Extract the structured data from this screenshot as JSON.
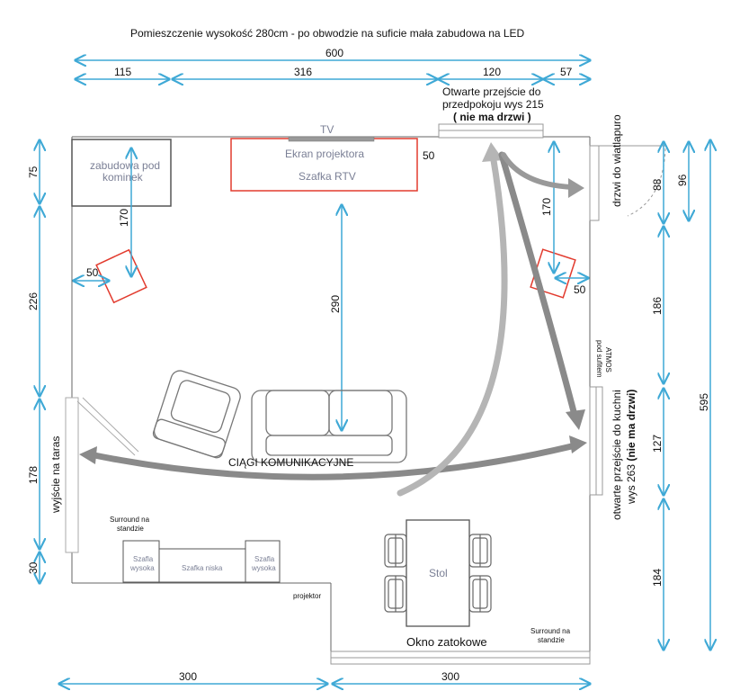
{
  "header": {
    "title": "Pomieszczenie wysokość  280cm - po obwodzie na suficie mała zabudowa na  LED"
  },
  "dimensions": {
    "total_width": "600",
    "seg_115": "115",
    "seg_316": "316",
    "seg_120": "120",
    "seg_57": "57",
    "left_75": "75",
    "left_226": "226",
    "left_178": "178",
    "left_30": "30",
    "right_88": "88",
    "right_96": "96",
    "right_186": "186",
    "right_127": "127",
    "right_184": "184",
    "right_595": "595",
    "bottom_left_300": "300",
    "bottom_right_300": "300",
    "v_170_left": "170",
    "v_170_right": "170",
    "v_290": "290",
    "spk_left_50": "50",
    "spk_right_50": "50",
    "rtv_50": "50"
  },
  "labels": {
    "passage_top_line1": "Otwarte przejście do",
    "passage_top_line2": "przedpokoju wys 215",
    "passage_top_line3": "( nie ma drzwi )",
    "tv": "TV",
    "projector_screen": "Ekran projektora",
    "tv_cabinet": "Szafka RTV",
    "fireplace_line1": "zabudowa pod",
    "fireplace_line2": "kominek",
    "closet_door": "drzwi do wiatlapuro",
    "atmos_line1": "ATMOS",
    "atmos_line2": "pod sufitem",
    "kitchen_line1": "otwarte przejście do kuchni",
    "kitchen_line2a": "wys 263 ",
    "kitchen_line2b": "(nie ma drzwi)",
    "terrace_exit": "wyjście  na taras",
    "traffic": "CIĄGI KOMUNIKACYJNE",
    "surround_left_line1": "Surround na",
    "surround_left_line2": "standzie",
    "surround_right_line1": "Surround na",
    "surround_right_line2": "standzie",
    "tall_cabinet_left_line1": "Szafla",
    "tall_cabinet_left_line2": "wysoka",
    "low_cabinet": "Szafka niska",
    "tall_cabinet_right_line1": "Szafla",
    "tall_cabinet_right_line2": "wysoka",
    "projector": "projektor",
    "table": "Stol",
    "bay_window": "Okno zatokowe"
  },
  "colors": {
    "dimension_line": "#3fa9d6",
    "speaker_outline": "#e23b2e",
    "wall": "#555555",
    "furniture": "#707070",
    "arrow_dark": "#8a8a8a",
    "arrow_light": "#b5b5b5"
  }
}
